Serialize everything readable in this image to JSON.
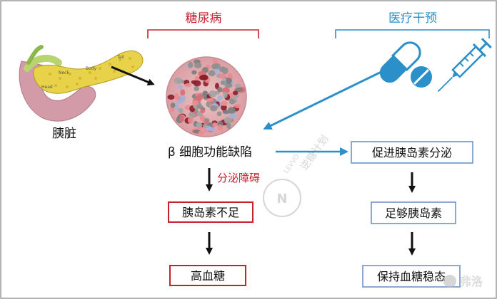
{
  "colors": {
    "disease_red": "#c8202f",
    "intervention_blue": "#2b8fc9",
    "arrow_black": "#111111",
    "box_blue_border": "#7f9fcc",
    "pancreas_yellow": "#e8d24a",
    "duodenum_pink": "#d39aa8"
  },
  "header": {
    "disease": "糖尿病",
    "intervention": "医疗干预"
  },
  "pancreas": {
    "label": "胰脏",
    "part_head": "Head",
    "part_neck": "Neck",
    "part_body": "Body",
    "part_tail": "Tail"
  },
  "flow": {
    "beta_cell_defect": "β 细胞功能缺陷",
    "secretion_disorder": "分泌障碍",
    "insulin_insufficient": "胰岛素不足",
    "hyperglycemia": "高血糖",
    "promote_secretion": "促进胰岛素分泌",
    "sufficient_insulin": "足够胰岛素",
    "glucose_homeostasis": "保持血糖稳态"
  },
  "watermarks": {
    "center": "逆糖计划",
    "center_en": "LEVVO",
    "corner": "弗洛"
  },
  "icons": [
    "pancreas-icon",
    "islet-cell-icon",
    "pill-capsule-icon",
    "tablet-icon",
    "syringe-icon"
  ]
}
